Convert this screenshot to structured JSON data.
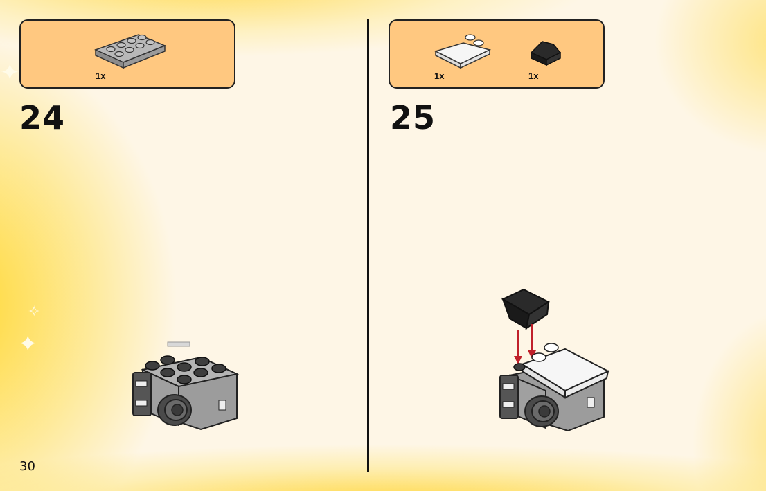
{
  "page": {
    "number": "30"
  },
  "steps": [
    {
      "number": "24",
      "parts": [
        {
          "name": "2x4 plate, light grey",
          "qty": "1x",
          "color": "#a8a8a8"
        }
      ]
    },
    {
      "number": "25",
      "parts": [
        {
          "name": "wedge slope, white",
          "qty": "1x",
          "color": "#f5f5f5"
        },
        {
          "name": "slope brick, black",
          "qty": "1x",
          "color": "#2a2a2a"
        }
      ]
    }
  ],
  "colors": {
    "parts_box": "#ffc880",
    "brick_grey": "#a8a8a8",
    "brick_dark": "#4d4d4d",
    "arrow_red": "#c0202a"
  }
}
